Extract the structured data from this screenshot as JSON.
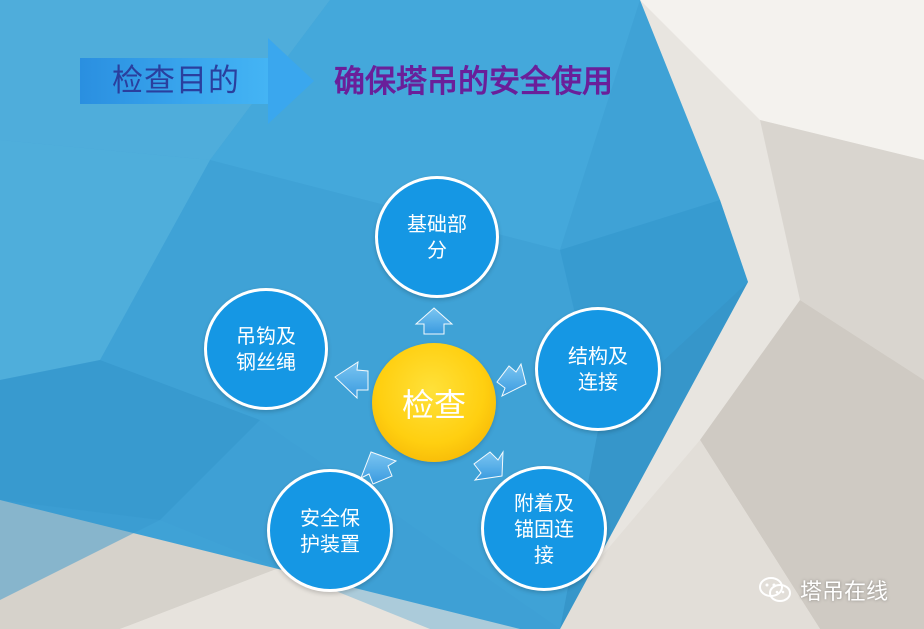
{
  "header": {
    "label": "检查目的",
    "purpose": "确保塔吊的安全使用"
  },
  "diagram": {
    "center": "检查",
    "nodes": {
      "foundation": [
        "基础部",
        "分"
      ],
      "structure": [
        "结构及",
        "连接"
      ],
      "anchoring": [
        "附着及",
        "锚固连",
        "接"
      ],
      "safety": [
        "安全保",
        "护装置"
      ],
      "hook": [
        "吊钩及",
        "钢丝绳"
      ]
    }
  },
  "watermark": {
    "text": "塔吊在线",
    "icon": "wechat-icon"
  },
  "colors": {
    "node_fill": "#1597e4",
    "center_fill": "#ffcf10",
    "label_text": "#2a3f9e",
    "purpose_text": "#6a1f9a"
  }
}
